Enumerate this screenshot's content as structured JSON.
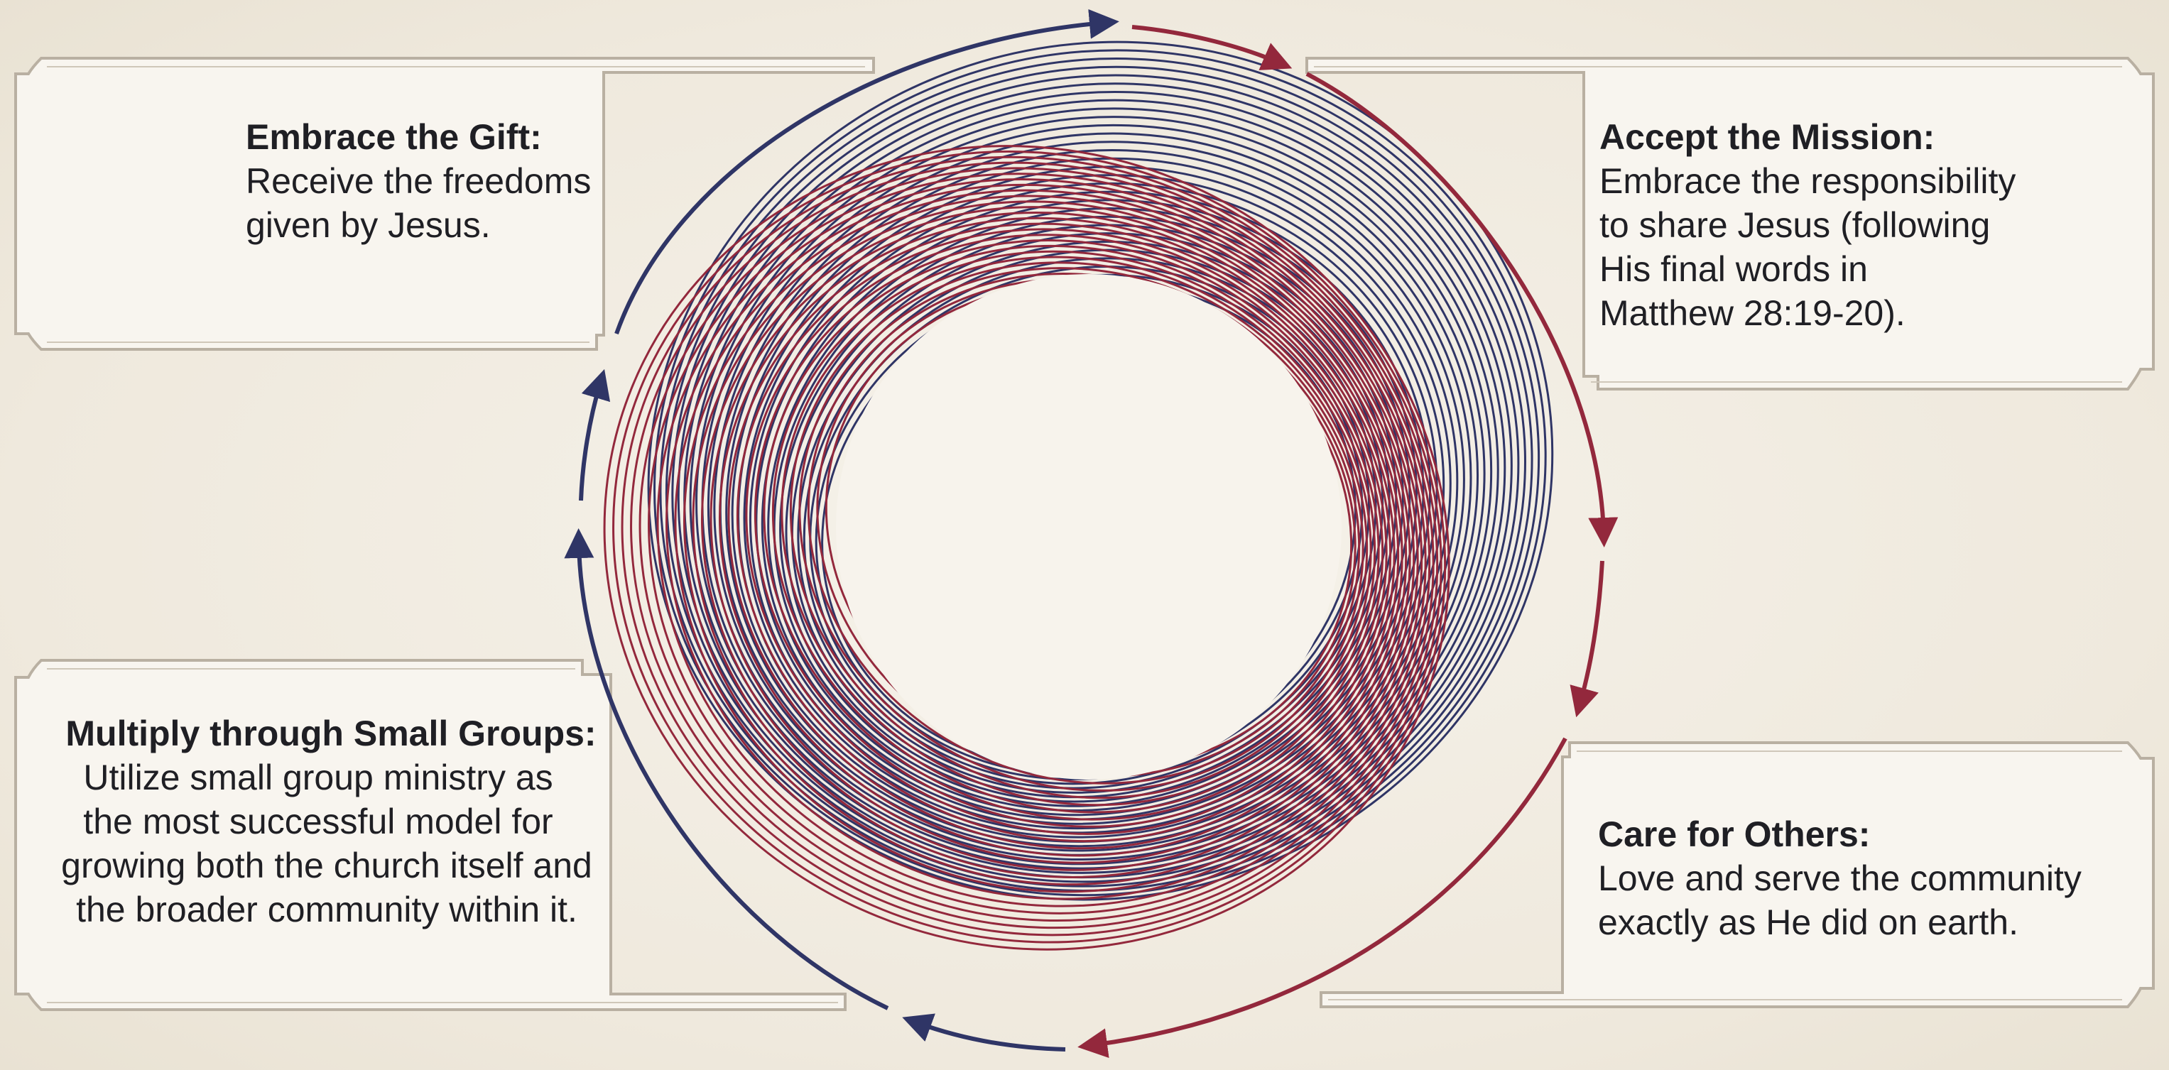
{
  "colors": {
    "navy": "#2f3566",
    "crimson": "#93283c",
    "frame": "#b9b0a2",
    "card_fill": "#f8f5ef",
    "text": "#1f1f24"
  },
  "steps": [
    {
      "id": "embrace",
      "title": "Embrace the Gift:",
      "lines": [
        "Receive the freedoms",
        "given by Jesus."
      ]
    },
    {
      "id": "mission",
      "title": "Accept the Mission:",
      "lines": [
        "Embrace the responsibility",
        "to share Jesus (following",
        "His final words in",
        "Matthew 28:19-20)."
      ]
    },
    {
      "id": "care",
      "title": "Care for Others:",
      "lines": [
        "Love and serve the community",
        "exactly as He did on earth."
      ]
    },
    {
      "id": "multiply",
      "title": "Multiply through Small Groups:",
      "lines": [
        "Utilize small group ministry as",
        "the most successful model for",
        "growing both the church itself and",
        "the broader community within it."
      ]
    }
  ]
}
